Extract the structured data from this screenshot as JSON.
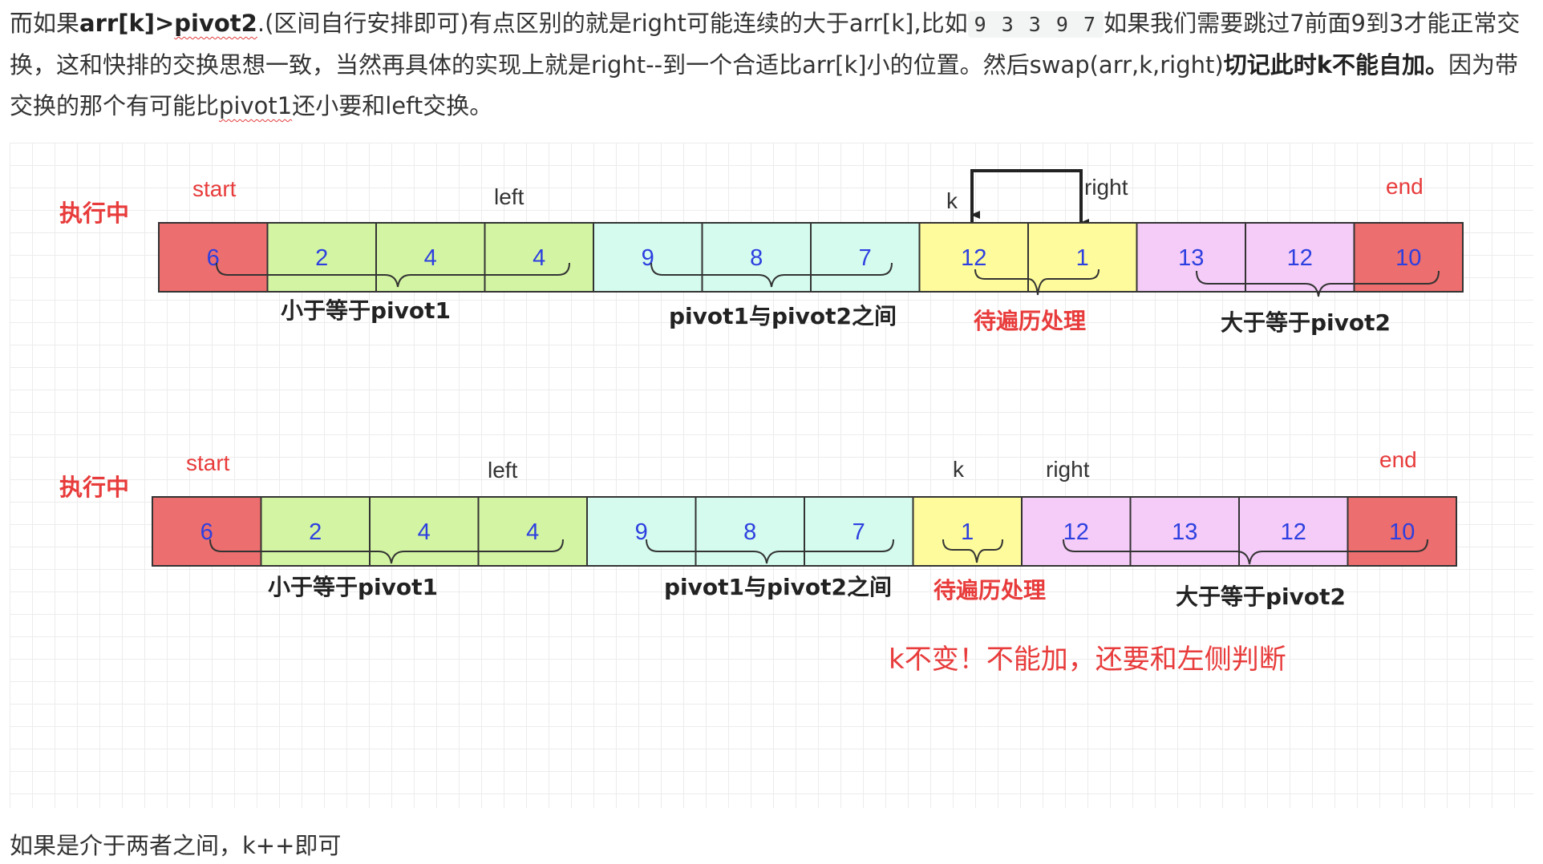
{
  "paragraph": {
    "p1": "而如果",
    "b1": "arr[k]>",
    "b2": "pivot2",
    "p2": ".(区间自行安排即可)有点区别的就是right可能连续的大于arr[k],比如",
    "code": "9 3 3 9 7",
    "p3": "如果我们需要跳过7前面9到3才能正常交换，这和快排的交换思想一致，当然再具体的实现上就是right--到一个合适比arr[k]小的位置。然后swap(arr,k,right)",
    "b3": "切记此时k不能自加。",
    "p4": "因为带交换的那个有可能比",
    "p5": "pivot1",
    "p6": "还小要和left交换。"
  },
  "colors": {
    "red_cell": "#ec6e6e",
    "green_cell": "#d3f5a3",
    "cyan_cell": "#d4fbee",
    "yellow_cell": "#fdfb9c",
    "pink_cell": "#f4ccf7",
    "accent_red": "#e83b3b",
    "number_blue": "#2d3fe0"
  },
  "diagram": {
    "row1": {
      "label": "执行中",
      "pointers": {
        "start": "start",
        "left": "left",
        "k": "k",
        "right": "right",
        "end": "end"
      },
      "cells": [
        {
          "value": "6",
          "color": "red"
        },
        {
          "value": "2",
          "color": "green"
        },
        {
          "value": "4",
          "color": "green"
        },
        {
          "value": "4",
          "color": "green"
        },
        {
          "value": "9",
          "color": "cyan"
        },
        {
          "value": "8",
          "color": "cyan"
        },
        {
          "value": "7",
          "color": "cyan"
        },
        {
          "value": "12",
          "color": "yellow"
        },
        {
          "value": "1",
          "color": "yellow"
        },
        {
          "value": "13",
          "color": "pink"
        },
        {
          "value": "12",
          "color": "pink"
        },
        {
          "value": "10",
          "color": "red"
        }
      ],
      "ranges": {
        "r1": "小于等于pivot1",
        "r2": "pivot1与pivot2之间",
        "r3": "待遍历处理",
        "r4": "大于等于pivot2"
      }
    },
    "row2": {
      "label": "执行中",
      "pointers": {
        "start": "start",
        "left": "left",
        "k": "k",
        "right": "right",
        "end": "end"
      },
      "cells": [
        {
          "value": "6",
          "color": "red"
        },
        {
          "value": "2",
          "color": "green"
        },
        {
          "value": "4",
          "color": "green"
        },
        {
          "value": "4",
          "color": "green"
        },
        {
          "value": "9",
          "color": "cyan"
        },
        {
          "value": "8",
          "color": "cyan"
        },
        {
          "value": "7",
          "color": "cyan"
        },
        {
          "value": "1",
          "color": "yellow"
        },
        {
          "value": "12",
          "color": "pink"
        },
        {
          "value": "13",
          "color": "pink"
        },
        {
          "value": "12",
          "color": "pink"
        },
        {
          "value": "10",
          "color": "red"
        }
      ],
      "ranges": {
        "r1": "小于等于pivot1",
        "r2": "pivot1与pivot2之间",
        "r3": "待遍历处理",
        "r4": "大于等于pivot2"
      }
    },
    "note": "k不变！不能加，还要和左侧判断"
  },
  "bottom_text": "如果是介于两者之间，k++即可"
}
